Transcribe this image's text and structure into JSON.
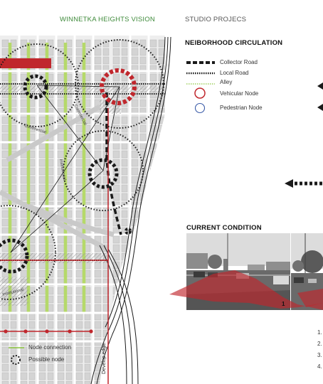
{
  "header": {
    "vision_title": "WINNETKA HEIGHTS VISION",
    "studio_title": "STUDIO PROJECS"
  },
  "circulation": {
    "title": "NEIBORHOOD CIRCULATION",
    "legend": [
      {
        "label": "Collector Road",
        "symbol": "thick-dash",
        "color": "#1a1a1a"
      },
      {
        "label": "Local Road",
        "symbol": "dotted",
        "color": "#1a1a1a"
      },
      {
        "label": "Alley",
        "symbol": "green-dotted",
        "color": "#8cc63f"
      },
      {
        "label": "Vehicular Node",
        "symbol": "red-circle",
        "color": "#c0272d"
      },
      {
        "label": "Pedestrian Node",
        "symbol": "blue-circle",
        "color": "#3a5ba8"
      }
    ]
  },
  "map": {
    "zone_labels": [
      "Commercial",
      "Commercial",
      "Institutional",
      "Institutional"
    ],
    "develop_edge_label": "Develop edge",
    "legend": [
      {
        "label": "Node connection",
        "symbol": "green-line",
        "color": "#8cc63f"
      },
      {
        "label": "Possible node",
        "symbol": "dashed-circle",
        "color": "#1a1a1a"
      }
    ],
    "accent_red": "#c0272d",
    "alley_green": "#b5d96a"
  },
  "current_condition": {
    "title": "CURRENT CONDITION",
    "photo_marker": "1",
    "list_numbers": [
      "1.",
      "2.",
      "3.",
      "4."
    ]
  }
}
